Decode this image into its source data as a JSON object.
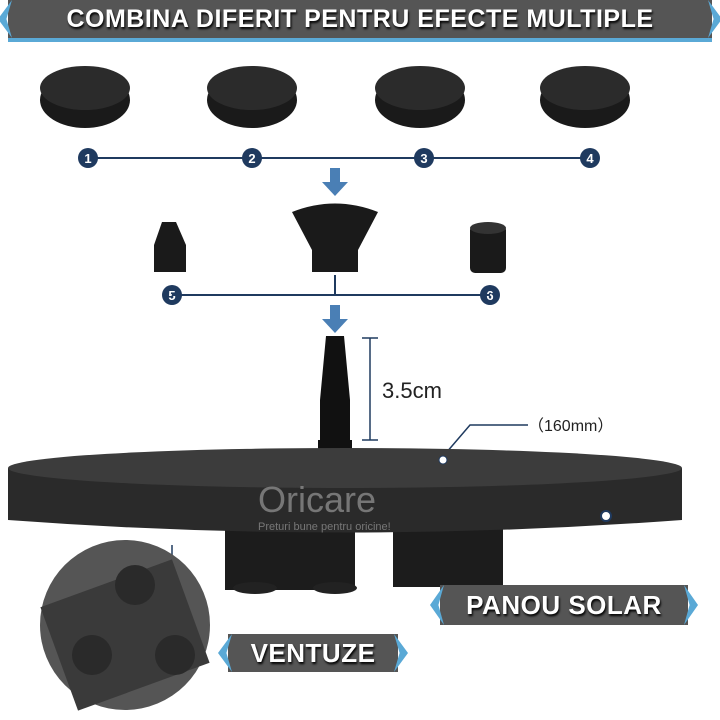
{
  "header": {
    "title": "COMBINA DIFERIT PENTRU EFECTE MULTIPLE"
  },
  "nozzles": {
    "numbers": [
      "1",
      "2",
      "3",
      "4",
      "5",
      "6"
    ]
  },
  "dimensions": {
    "height": "3.5cm",
    "diameter": "（160mm）"
  },
  "watermark": {
    "brand": "Oricare",
    "tagline": "Preturi bune pentru oricine!"
  },
  "labels": {
    "solar_panel": "PANOU SOLAR",
    "suction_cups": "VENTUZE"
  },
  "colors": {
    "banner": "#555555",
    "accent": "#5aa9d6",
    "badge": "#1f3a5f"
  }
}
